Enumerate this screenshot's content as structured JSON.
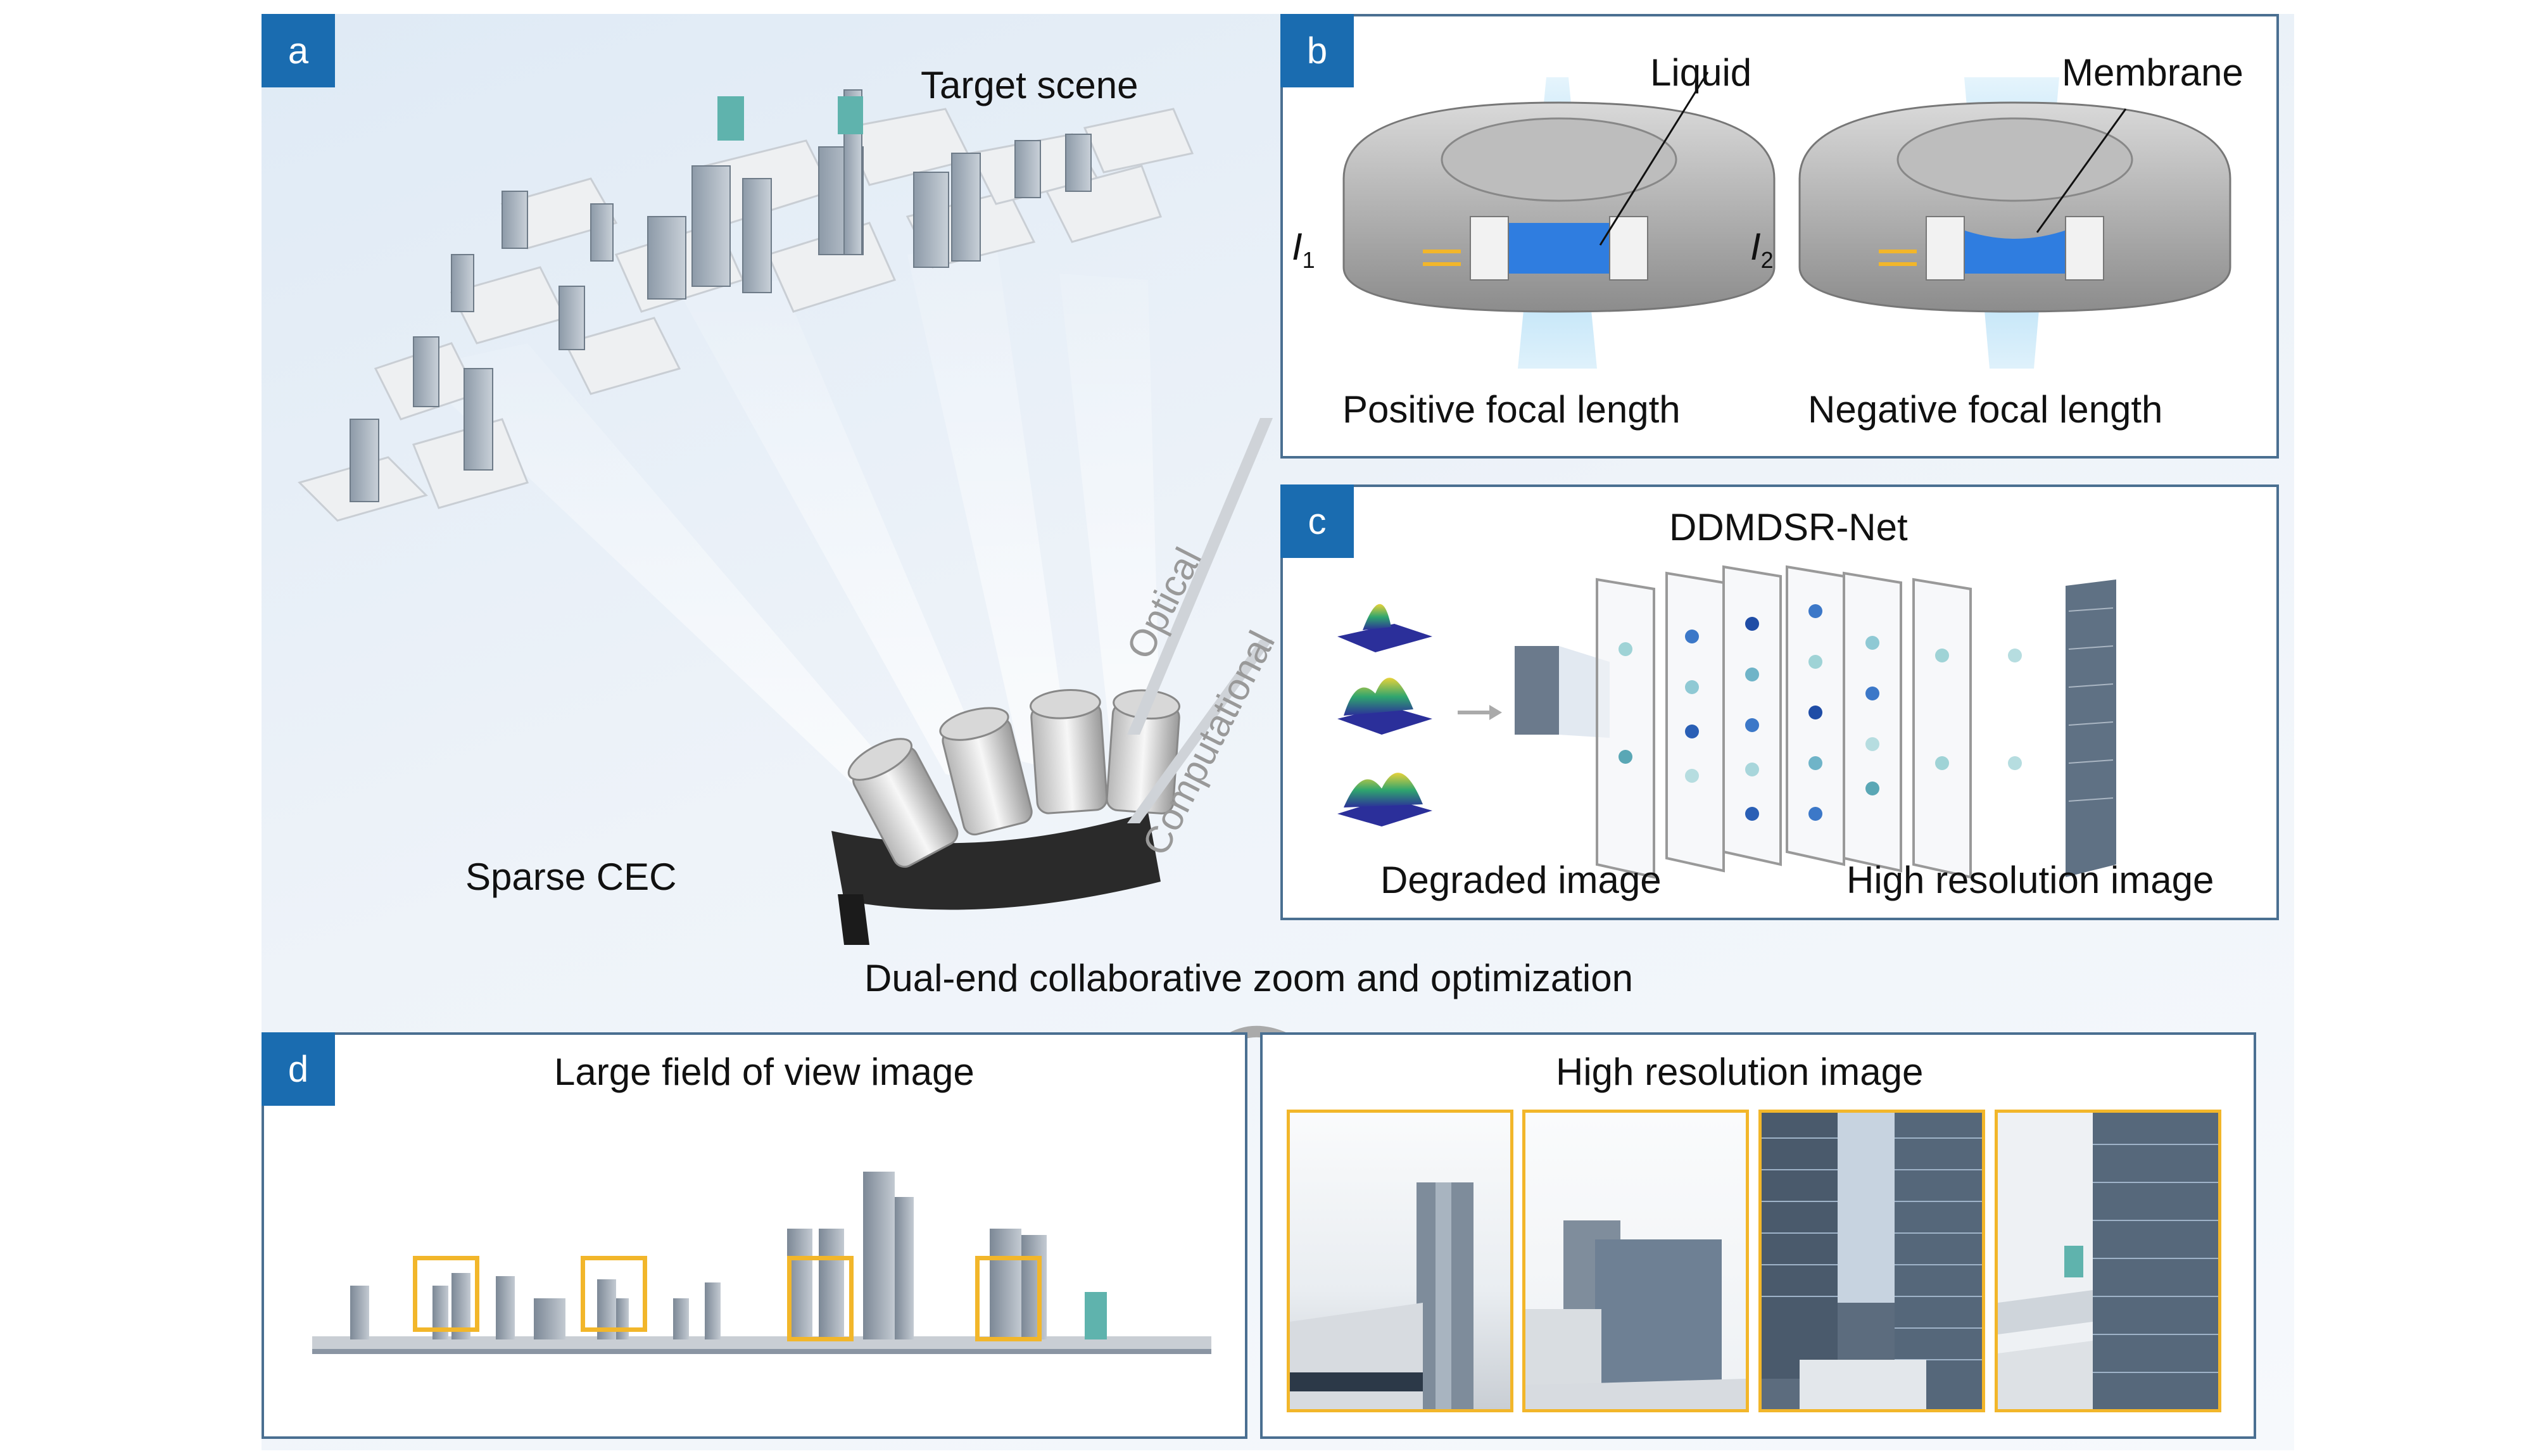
{
  "panel_a": {
    "letter": "a",
    "target_scene": "Target scene",
    "sparse_cec": "Sparse CEC",
    "optical": "Optical",
    "computational": "Computational"
  },
  "panel_b": {
    "letter": "b",
    "liquid": "Liquid",
    "membrane": "Membrane",
    "i1": "I",
    "i1_sub": "1",
    "i2": "I",
    "i2_sub": "2",
    "positive": "Positive focal length",
    "negative": "Negative focal length"
  },
  "panel_c": {
    "letter": "c",
    "title": "DDMDSR-Net",
    "degraded": "Degraded image",
    "high_res": "High resolution image"
  },
  "middle": {
    "caption": "Dual-end collaborative zoom and optimization"
  },
  "panel_d": {
    "letter": "d",
    "lfov_title": "Large field of view image",
    "hr_title": "High resolution image"
  },
  "colors": {
    "accent_blue": "#1a6cb0",
    "frame": "#4a6f91",
    "highlight_yellow": "#f2b62a",
    "liquid_blue": "#2f7de0"
  }
}
